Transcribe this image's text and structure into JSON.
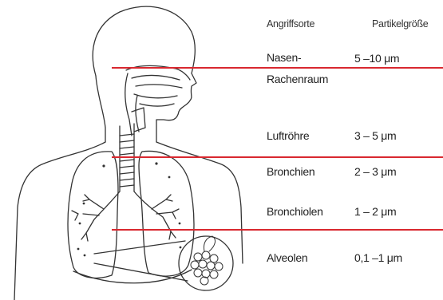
{
  "header": {
    "sites": "Angriffsorte",
    "sizes": "Partikelgröße"
  },
  "rows": [
    {
      "site_line1": "Nasen-",
      "site_line2": "Rachenraum",
      "size": "5 –10 μm"
    },
    {
      "site": "Luftröhre",
      "size": "3 – 5 μm"
    },
    {
      "site": "Bronchien",
      "size": "2 – 3 μm"
    },
    {
      "site": "Bronchiolen",
      "size": "1 – 2 μm"
    },
    {
      "site": "Alveolen",
      "size": "0,1 –1 μm"
    }
  ],
  "colors": {
    "divider": "#d9282f",
    "drawing": "#333333"
  }
}
